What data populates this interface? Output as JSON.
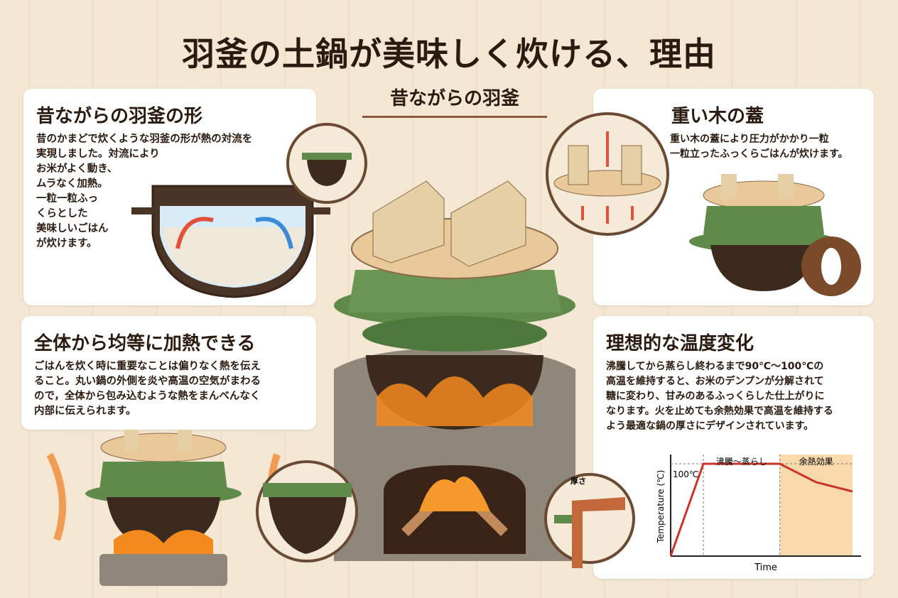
{
  "title": "羽釜の土鍋が美味しく炊ける、理由",
  "subtitle": "昔ながらの羽釜",
  "panels": {
    "shape": {
      "heading": "昔ながらの羽釜の形",
      "body": "昔のかまどで炊くような羽釜の形が熱の対流を\n実現しました。対流により\nお米がよく動き、\nムラなく加熱。\n一粒一粒ふっ\nくらとした\n美味しいごはん\nが炊けます。"
    },
    "lid": {
      "heading": "重い木の蓋",
      "body": "重い木の蓋により圧力がかかり一粒\n一粒立ったふっくらごはんが炊けます。"
    },
    "heating": {
      "heading": "全体から均等に加熱できる",
      "body": "ごはんを炊く時に重要なことは偏りなく熱を伝え\nること。丸い鍋の外側を炎や高温の空気がまわる\nので，全体から包み込むような熱をまんべんなく\n内部に伝えられます。"
    },
    "temperature": {
      "heading": "理想的な温度変化",
      "body": "沸騰してから蒸らし終わるまで90℃～100℃の\n高温を維持すると、お米のデンプンが分解されて\n糖に変わり、甘みのあるふっくらした仕上がりに\nなります。火を止めても余熱効果で高温を維持する\nよう最適な鍋の厚さにデザインされています。"
    }
  },
  "thickness_label": "厚さ",
  "chart_data": {
    "type": "line",
    "xlabel": "Time",
    "ylabel": "Temperature (℃)",
    "reference_label": "100℃",
    "phases": [
      {
        "label": "沸騰～蒸らし",
        "from": 0.18,
        "to": 0.6
      },
      {
        "label": "余熱効果",
        "from": 0.6,
        "to": 1.0
      }
    ],
    "x": [
      0,
      0.18,
      0.6,
      0.8,
      1.0
    ],
    "y": [
      0,
      100,
      100,
      80,
      70
    ],
    "ylim": [
      0,
      110
    ],
    "grid": false
  },
  "colors": {
    "accent": "#5f8a4a",
    "text": "#2a1a10",
    "flame": "#f07a1e",
    "wood": "#e7c79a",
    "warm_zone": "#f8d9ab"
  }
}
